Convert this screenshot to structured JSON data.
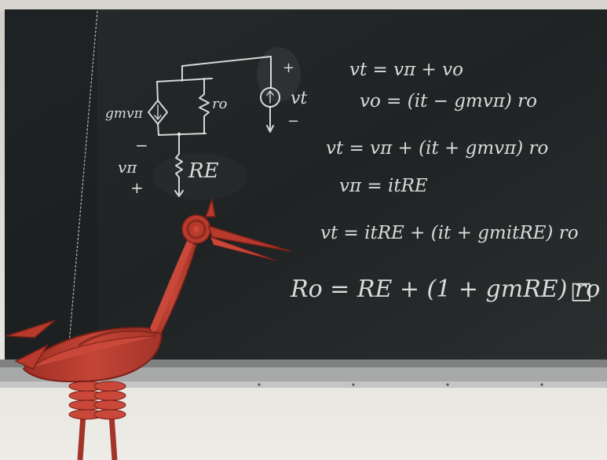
{
  "scene": {
    "description_colors": {
      "chalkboard": "#1e2223",
      "chalk": "#e9eaea",
      "wall": "#e3e1db",
      "ledge": "#9a9c9b",
      "sculpture": "#b73a2c"
    }
  },
  "circuit": {
    "left_source_label": "gmvπ",
    "resistor_ro_label": "ro",
    "source_plus": "+",
    "source_minus": "−",
    "source_label": "vt",
    "vpi_minus": "−",
    "vpi_label": "vπ",
    "vpi_plus": "+",
    "re_label": "RE"
  },
  "equations": [
    "vt = vπ + vo",
    "vo = (it − gmvπ) ro",
    "vt = vπ + (it + gmvπ) ro",
    "vπ = itRE",
    "vt = itRE + (it + gmitRE) ro",
    "Ro = RE + (1 + gmRE) ro"
  ],
  "qed_symbol": "□"
}
